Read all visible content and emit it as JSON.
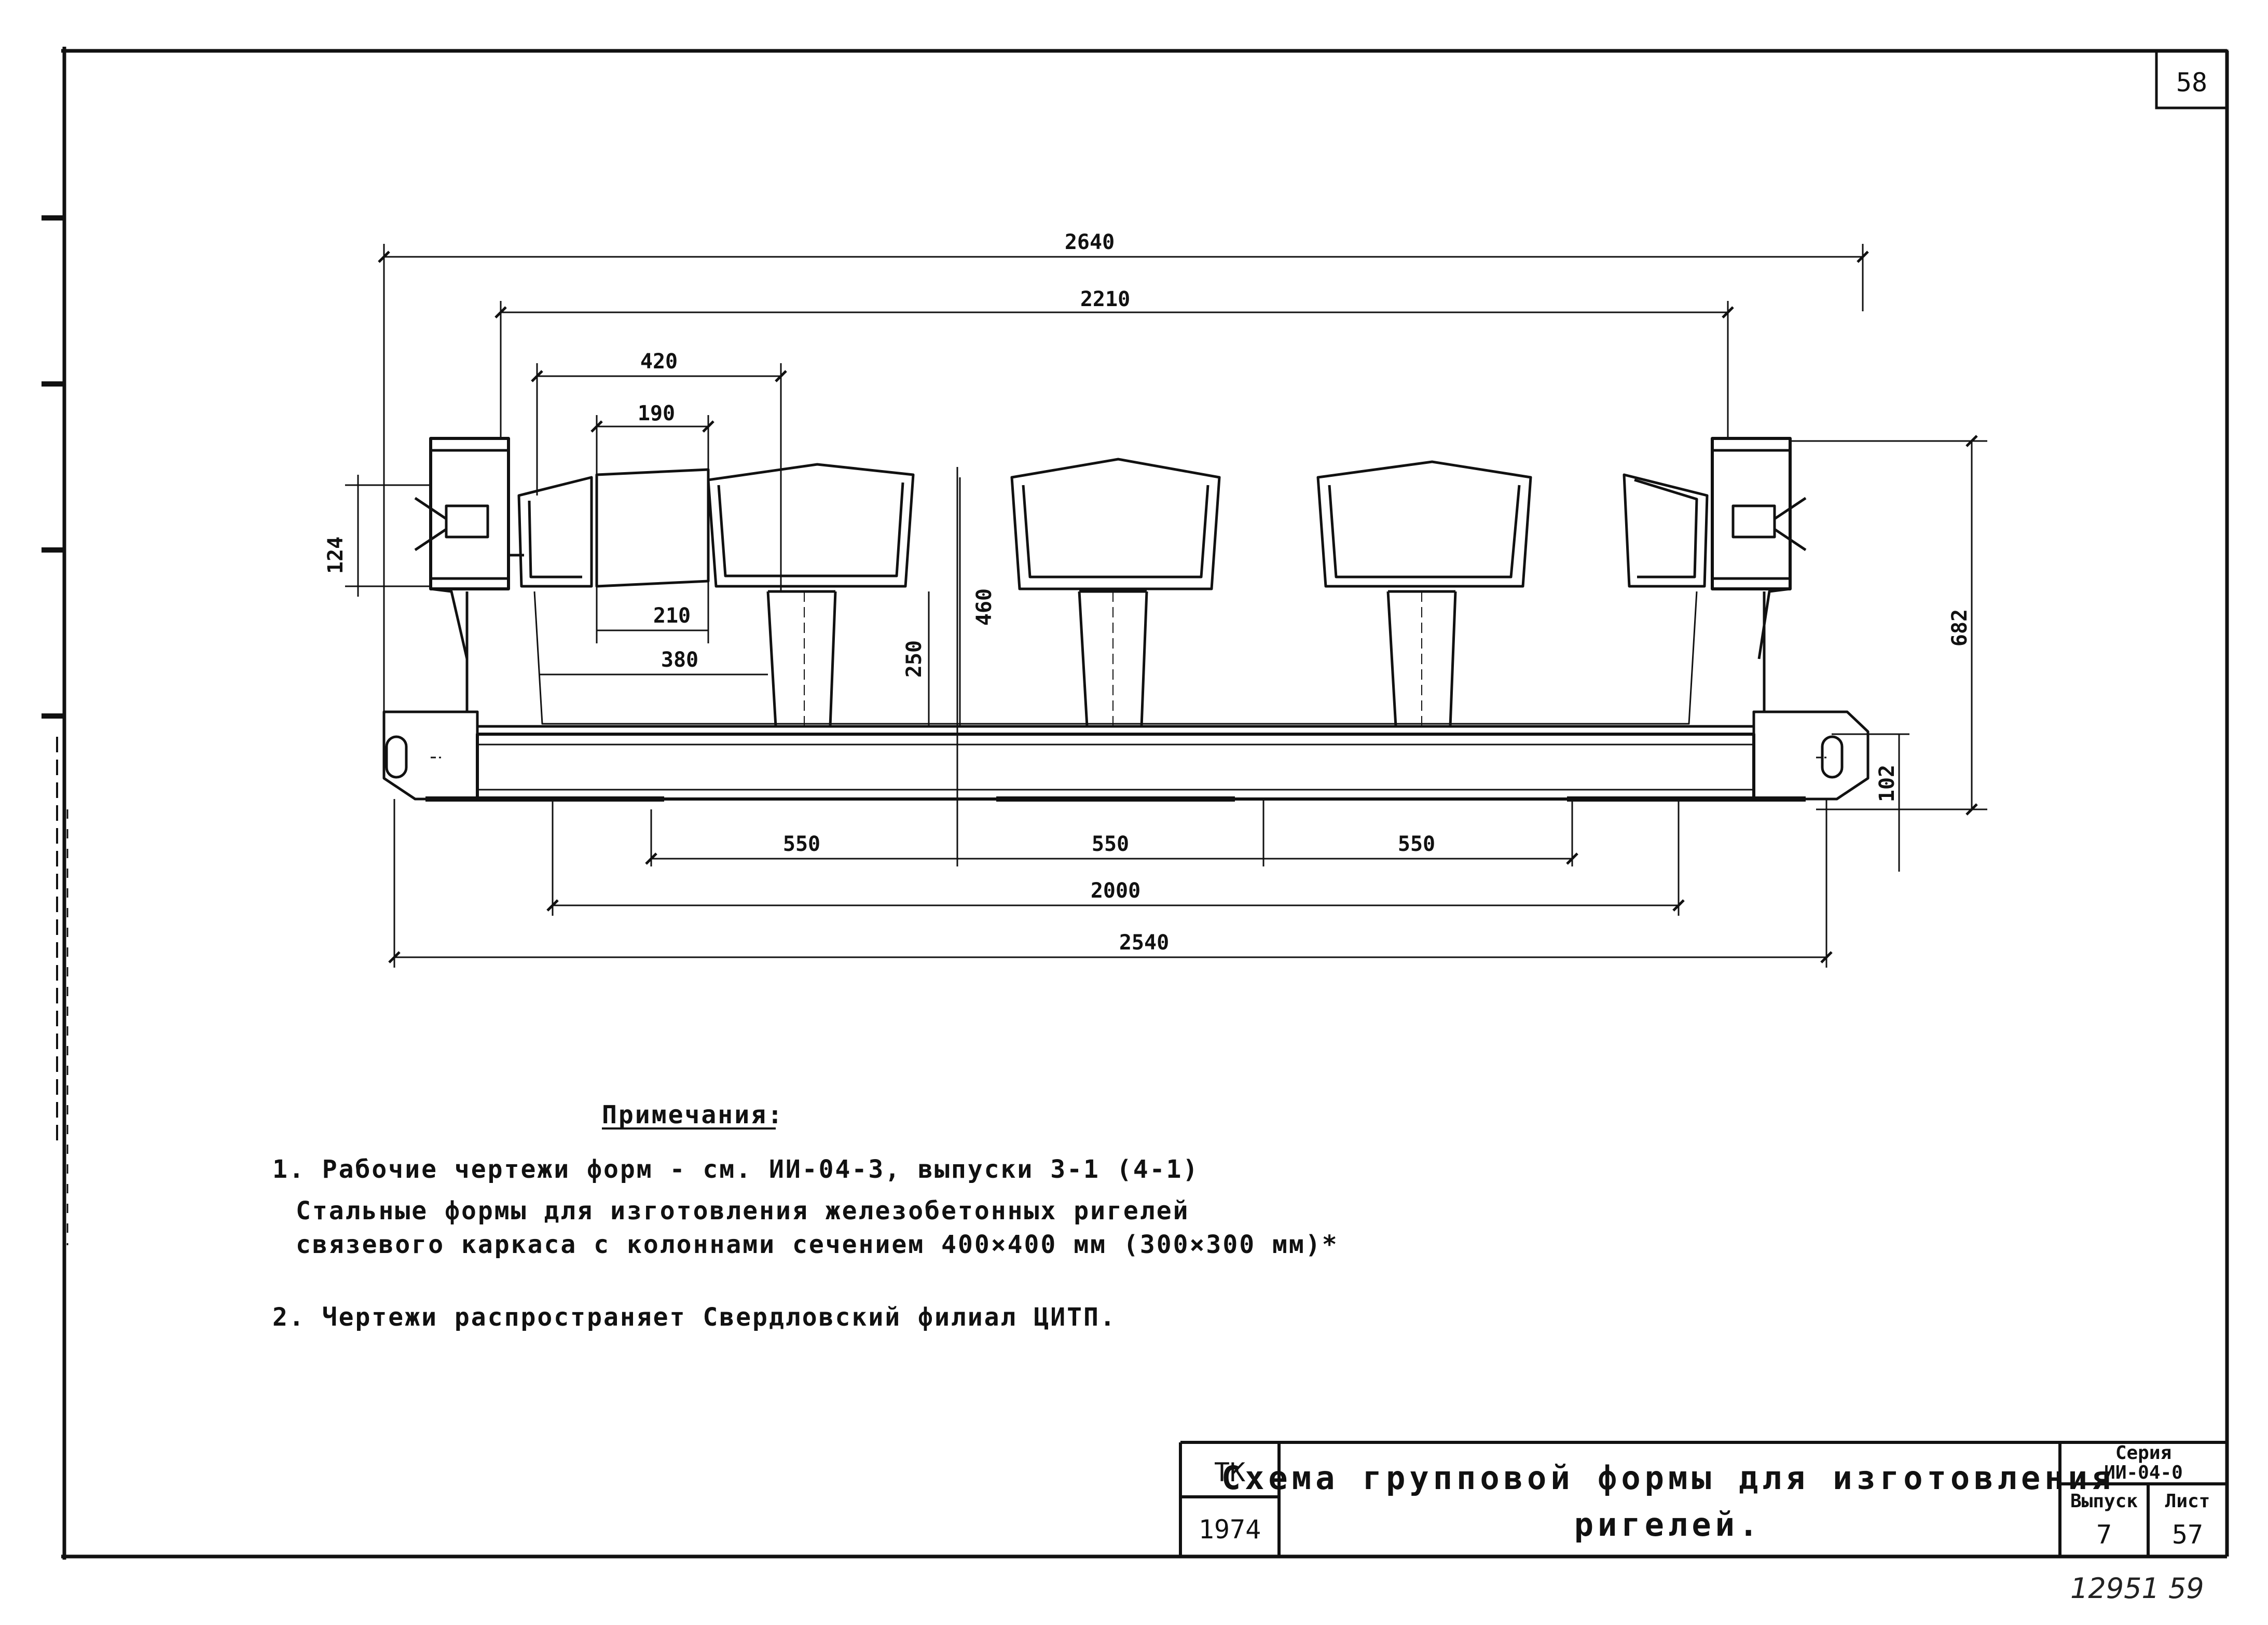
{
  "page": {
    "sheet_number": "58"
  },
  "drawing": {
    "dimensions": {
      "overall_top": "2640",
      "d2210": "2210",
      "d420": "420",
      "d190": "190",
      "d124": "124",
      "d210": "210",
      "d380": "380",
      "d250": "250",
      "d460": "460",
      "d682": "682",
      "d102": "102",
      "span_1": "550",
      "span_2": "550",
      "span_3": "550",
      "d2000": "2000",
      "overall_bottom": "2540"
    }
  },
  "notes": {
    "heading": "Примечания:",
    "line1": "1. Рабочие чертежи форм -  см. ИИ-04-3, выпуски 3-1  (4-1)",
    "line2": "Стальные формы для изготовления железобетонных ригелей",
    "line3": "связевого каркаса с колоннами сечением 400×400 мм (300×300 мм)*",
    "line4": "2. Чертежи распространяет Свердловский  филиал  ЦИТП."
  },
  "title_block": {
    "org": "ТК",
    "year": "1974",
    "title_line1": "Схема групповой формы для изготовления",
    "title_line2": "ригелей.",
    "series_label": "Серия",
    "series_value": "ИИ-04-0",
    "issue_label": "Выпуск",
    "issue_value": "7",
    "sheet_label": "Лист",
    "sheet_value": "57"
  },
  "handwritten": "12951  59"
}
